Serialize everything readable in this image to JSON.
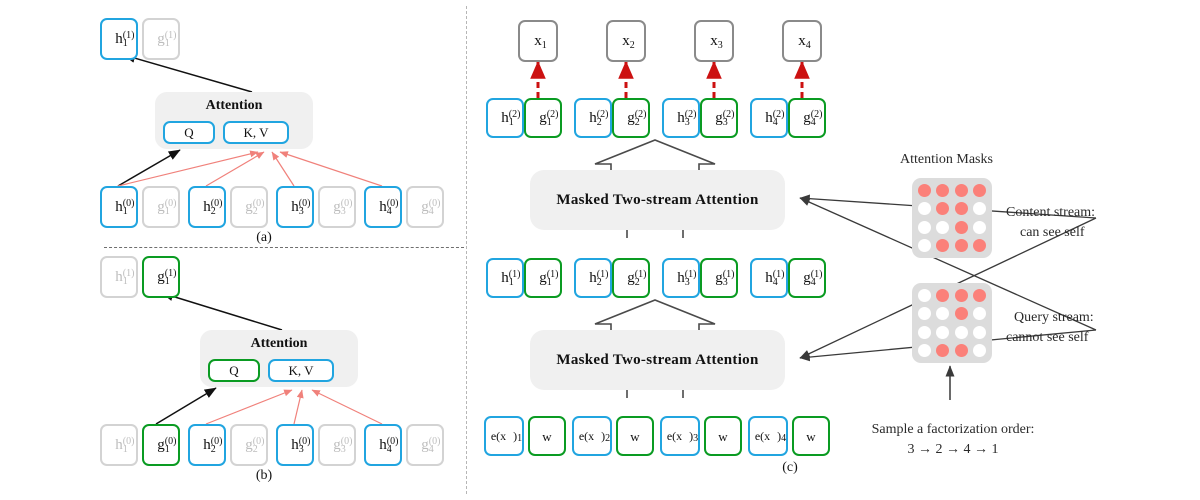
{
  "figure": {
    "title": "Two-stream self-attention architecture (XLNet)",
    "panels": [
      "(a)",
      "(b)",
      "(c)"
    ]
  },
  "colors": {
    "content_stream": "#21a5e0",
    "query_stream": "#0a9b22",
    "inactive": "#d3d3d3",
    "mask_on": "#fb8079",
    "mask_off": "#ffffff",
    "mask_bg": "#dcdcdc",
    "module_bg": "#f0f0f0",
    "attention_edge": "#f08080",
    "target_arrow": "#cc0000"
  },
  "panel_a": {
    "caption": "(a)",
    "attention": {
      "title": "Attention",
      "q_label": "Q",
      "kv_label": "K, V"
    },
    "output_row": [
      {
        "h": {
          "base": "h",
          "sub": "1",
          "sup": "(1)",
          "state": "active-content"
        },
        "g": {
          "base": "g",
          "sub": "1",
          "sup": "(1)",
          "state": "inactive"
        }
      }
    ],
    "input_row": [
      {
        "h": {
          "base": "h",
          "sub": "1",
          "sup": "(0)",
          "state": "active-content"
        },
        "g": {
          "base": "g",
          "sub": "1",
          "sup": "(0)",
          "state": "inactive"
        }
      },
      {
        "h": {
          "base": "h",
          "sub": "2",
          "sup": "(0)",
          "state": "active-content"
        },
        "g": {
          "base": "g",
          "sub": "2",
          "sup": "(0)",
          "state": "inactive"
        }
      },
      {
        "h": {
          "base": "h",
          "sub": "3",
          "sup": "(0)",
          "state": "active-content"
        },
        "g": {
          "base": "g",
          "sub": "3",
          "sup": "(0)",
          "state": "inactive"
        }
      },
      {
        "h": {
          "base": "h",
          "sub": "4",
          "sup": "(0)",
          "state": "active-content"
        },
        "g": {
          "base": "g",
          "sub": "4",
          "sup": "(0)",
          "state": "inactive"
        }
      }
    ]
  },
  "panel_b": {
    "caption": "(b)",
    "attention": {
      "title": "Attention",
      "q_label": "Q",
      "kv_label": "K, V"
    },
    "output_row": [
      {
        "h": {
          "base": "h",
          "sub": "1",
          "sup": "(1)",
          "state": "inactive"
        },
        "g": {
          "base": "g",
          "sub": "1",
          "sup": "(1)",
          "state": "active-query"
        }
      }
    ],
    "input_row": [
      {
        "h": {
          "base": "h",
          "sub": "1",
          "sup": "(0)",
          "state": "inactive"
        },
        "g": {
          "base": "g",
          "sub": "1",
          "sup": "(0)",
          "state": "active-query"
        }
      },
      {
        "h": {
          "base": "h",
          "sub": "2",
          "sup": "(0)",
          "state": "active-content"
        },
        "g": {
          "base": "g",
          "sub": "2",
          "sup": "(0)",
          "state": "inactive"
        }
      },
      {
        "h": {
          "base": "h",
          "sub": "3",
          "sup": "(0)",
          "state": "active-content"
        },
        "g": {
          "base": "g",
          "sub": "3",
          "sup": "(0)",
          "state": "inactive"
        }
      },
      {
        "h": {
          "base": "h",
          "sub": "4",
          "sup": "(0)",
          "state": "active-content"
        },
        "g": {
          "base": "g",
          "sub": "4",
          "sup": "(0)",
          "state": "inactive"
        }
      }
    ]
  },
  "panel_c": {
    "caption": "(c)",
    "module_label": "Masked Two-stream Attention",
    "targets": [
      {
        "base": "x",
        "sub": "1"
      },
      {
        "base": "x",
        "sub": "2"
      },
      {
        "base": "x",
        "sub": "3"
      },
      {
        "base": "x",
        "sub": "4"
      }
    ],
    "layer2": [
      {
        "h": {
          "base": "h",
          "sub": "1",
          "sup": "(2)"
        },
        "g": {
          "base": "g",
          "sub": "1",
          "sup": "(2)"
        }
      },
      {
        "h": {
          "base": "h",
          "sub": "2",
          "sup": "(2)"
        },
        "g": {
          "base": "g",
          "sub": "2",
          "sup": "(2)"
        }
      },
      {
        "h": {
          "base": "h",
          "sub": "3",
          "sup": "(2)"
        },
        "g": {
          "base": "g",
          "sub": "3",
          "sup": "(2)"
        }
      },
      {
        "h": {
          "base": "h",
          "sub": "4",
          "sup": "(2)"
        },
        "g": {
          "base": "g",
          "sub": "4",
          "sup": "(2)"
        }
      }
    ],
    "layer1": [
      {
        "h": {
          "base": "h",
          "sub": "1",
          "sup": "(1)"
        },
        "g": {
          "base": "g",
          "sub": "1",
          "sup": "(1)"
        }
      },
      {
        "h": {
          "base": "h",
          "sub": "2",
          "sup": "(1)"
        },
        "g": {
          "base": "g",
          "sub": "2",
          "sup": "(1)"
        }
      },
      {
        "h": {
          "base": "h",
          "sub": "3",
          "sup": "(1)"
        },
        "g": {
          "base": "g",
          "sub": "3",
          "sup": "(1)"
        }
      },
      {
        "h": {
          "base": "h",
          "sub": "4",
          "sup": "(1)"
        },
        "g": {
          "base": "g",
          "sub": "4",
          "sup": "(1)"
        }
      }
    ],
    "embeddings": [
      {
        "e": {
          "base": "e(x",
          "sub": "1",
          "tail": ")"
        },
        "w": "w"
      },
      {
        "e": {
          "base": "e(x",
          "sub": "2",
          "tail": ")"
        },
        "w": "w"
      },
      {
        "e": {
          "base": "e(x",
          "sub": "3",
          "tail": ")"
        },
        "w": "w"
      },
      {
        "e": {
          "base": "e(x",
          "sub": "4",
          "tail": ")"
        },
        "w": "w"
      }
    ]
  },
  "masks": {
    "heading": "Attention Masks",
    "content": {
      "name": "content-stream-mask",
      "label_line1": "Content stream:",
      "label_line2": "can see self",
      "rows": [
        [
          1,
          1,
          1,
          1
        ],
        [
          0,
          1,
          1,
          0
        ],
        [
          0,
          0,
          1,
          0
        ],
        [
          0,
          1,
          1,
          1
        ]
      ]
    },
    "query": {
      "name": "query-stream-mask",
      "label_line1": "Query stream:",
      "label_line2": "cannot see self",
      "rows": [
        [
          0,
          1,
          1,
          1
        ],
        [
          0,
          0,
          1,
          0
        ],
        [
          0,
          0,
          0,
          0
        ],
        [
          0,
          1,
          1,
          0
        ]
      ],
      "diagonal_highlight": true
    },
    "factorization": {
      "line1": "Sample a factorization order:",
      "line2": "3 → 2 → 4 → 1",
      "order": [
        3,
        2,
        4,
        1
      ]
    }
  }
}
